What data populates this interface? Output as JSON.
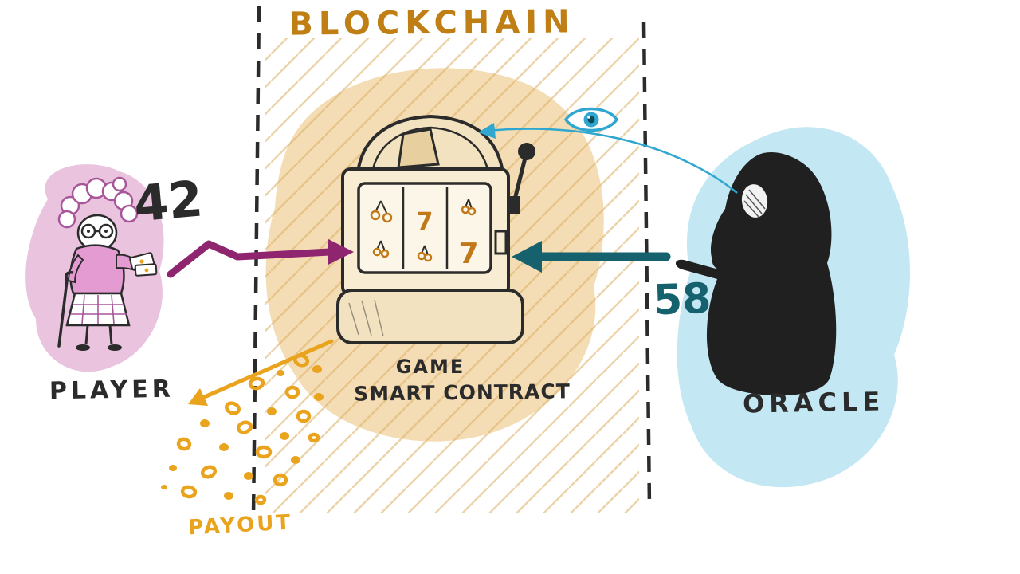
{
  "title": "BLOCKCHAIN",
  "player": {
    "label": "PLAYER",
    "number": "42"
  },
  "oracle": {
    "label": "ORACLE",
    "number": "58"
  },
  "contract": {
    "label_line1": "GAME",
    "label_line2": "SMART CONTRACT",
    "reel_symbol": "7"
  },
  "payout": {
    "label": "PAYOUT"
  },
  "flows": [
    {
      "from": "PLAYER",
      "to": "GAME SMART CONTRACT",
      "value": "42"
    },
    {
      "from": "ORACLE",
      "to": "GAME SMART CONTRACT",
      "value": "58"
    },
    {
      "from": "GAME SMART CONTRACT",
      "to": "PLAYER",
      "label": "PAYOUT"
    }
  ],
  "colors": {
    "title": "#bf7f15",
    "ink": "#2b2b2b",
    "player_blob": "#eac3de",
    "contract_blob": "#f4ddb4",
    "oracle_blob": "#c3e8f3",
    "player_arrow": "#8e256e",
    "oracle_arrow": "#15616d",
    "payout": "#e9a31c",
    "eye": "#2fa7cf"
  }
}
